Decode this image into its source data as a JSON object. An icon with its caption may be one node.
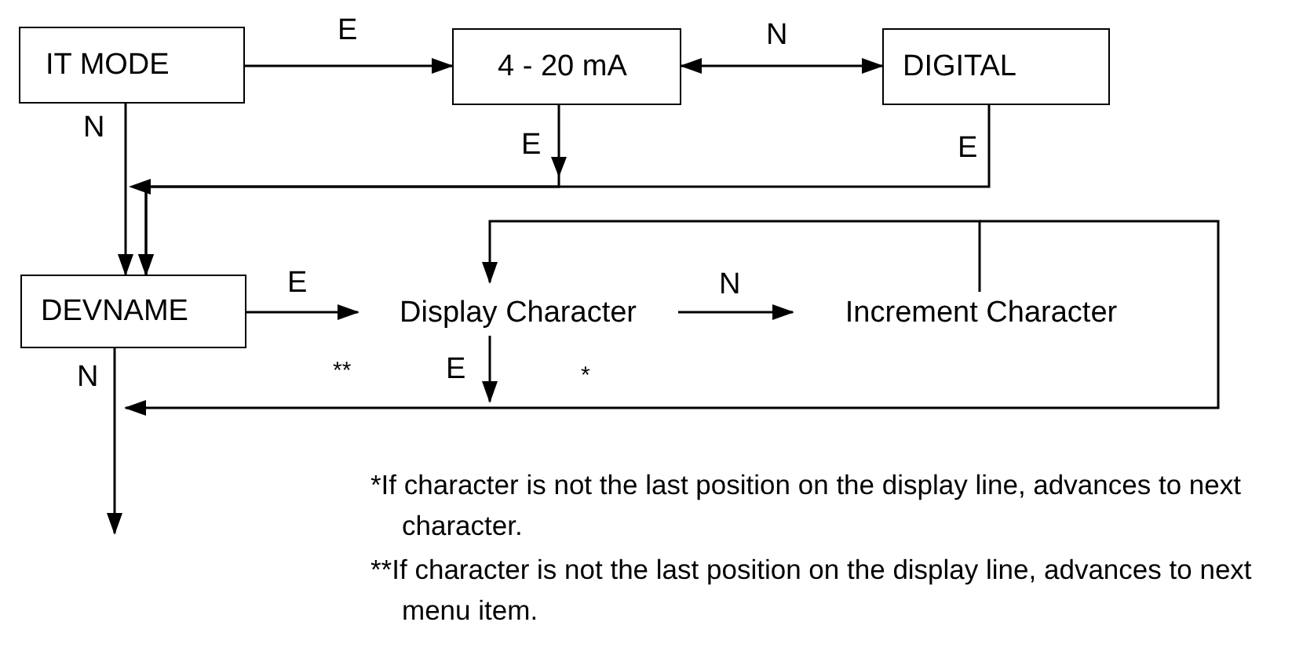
{
  "diagram": {
    "nodes": [
      {
        "text": [
          "IT MODE"
        ]
      },
      {
        "text": [
          "4 - 20 mA"
        ]
      },
      {
        "text": [
          "DIGITAL"
        ]
      },
      {
        "text": [
          "DEVNAME"
        ]
      },
      {
        "text": [
          "Display Character"
        ]
      },
      {
        "text": [
          "Increment Character"
        ]
      }
    ],
    "edges": [
      {
        "from": 0,
        "to": 1,
        "arrow": "to",
        "label": "E"
      },
      {
        "from": 1,
        "to": 2,
        "arrow": "both",
        "label": "N"
      },
      {
        "from": 0,
        "to": 3,
        "arrow": "to",
        "label": "N"
      },
      {
        "from": 1,
        "to": 3,
        "arrow": "to",
        "label": "E"
      },
      {
        "from": 2,
        "to": 3,
        "arrow": "to",
        "label": "E"
      },
      {
        "from": 3,
        "to": 4,
        "arrow": "to",
        "label": "E"
      },
      {
        "from": 4,
        "to": 5,
        "arrow": "to",
        "label": "N"
      },
      {
        "from": 5,
        "to": 4,
        "arrow": "to"
      },
      {
        "from": 5,
        "to": null,
        "arrow": "to"
      },
      {
        "from": 4,
        "to": null,
        "arrow": "to",
        "label": "E"
      },
      {
        "from": 3,
        "to": null,
        "arrow": "to",
        "label": "N"
      }
    ],
    "labels": [
      "**",
      "*",
      "*If character is not the last position on the display line, advances to next character.",
      "**If character is not the last position on the display line, advances to next menu item."
    ]
  }
}
